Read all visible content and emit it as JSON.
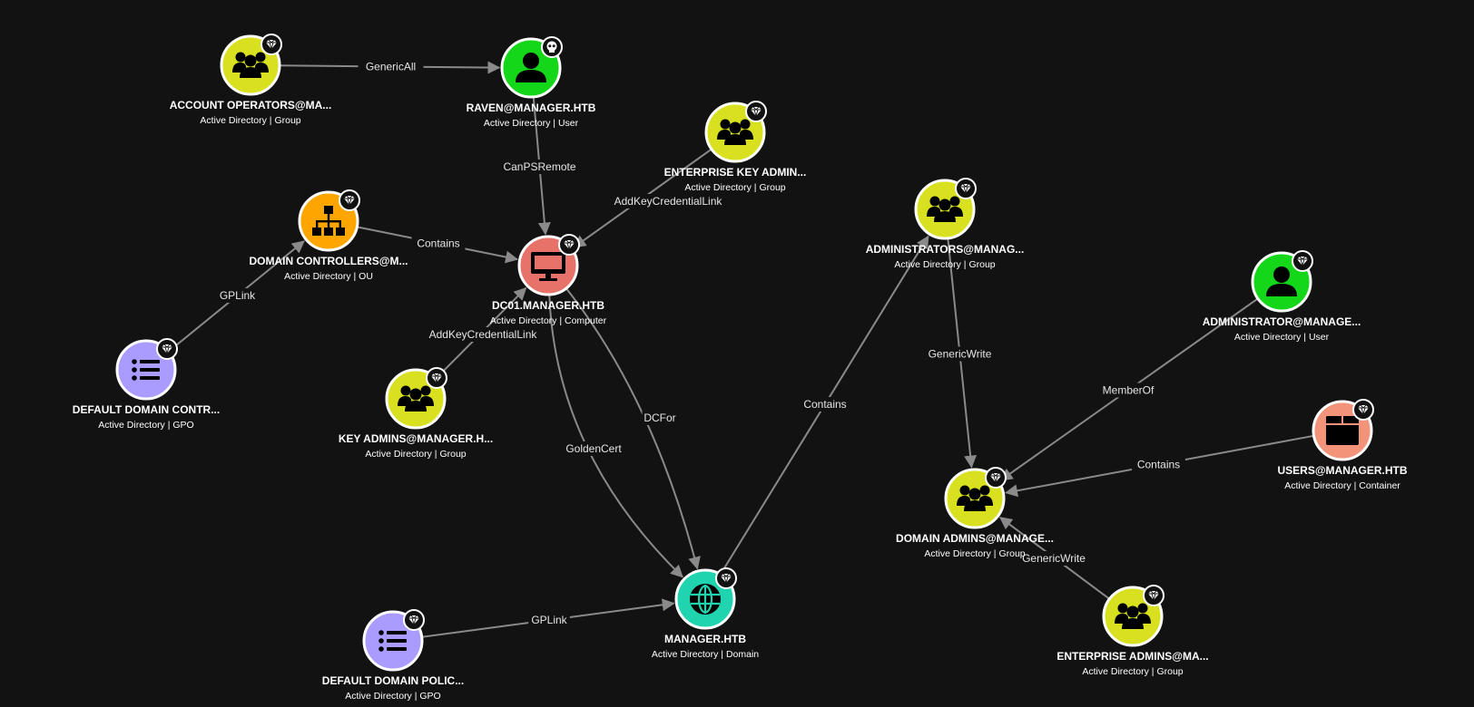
{
  "colors": {
    "group": "#d8e01f",
    "user": "#15d71a",
    "ou": "#ffa500",
    "computer": "#e7726a",
    "gpo": "#a99bff",
    "domain": "#21d4b0",
    "container": "#f3937a"
  },
  "nodes": [
    {
      "id": "account-operators",
      "name": "ACCOUNT OPERATORS@MA...",
      "sub": "Active Directory | Group",
      "type": "group",
      "badge": "diamond"
    },
    {
      "id": "raven",
      "name": "RAVEN@MANAGER.HTB",
      "sub": "Active Directory | User",
      "type": "user",
      "badge": "skull"
    },
    {
      "id": "enterprise-key-admins",
      "name": "ENTERPRISE KEY ADMIN...",
      "sub": "Active Directory | Group",
      "type": "group",
      "badge": "diamond"
    },
    {
      "id": "domain-controllers",
      "name": "DOMAIN CONTROLLERS@M...",
      "sub": "Active Directory | OU",
      "type": "ou",
      "badge": "diamond"
    },
    {
      "id": "dc01",
      "name": "DC01.MANAGER.HTB",
      "sub": "Active Directory | Computer",
      "type": "computer",
      "badge": "diamond"
    },
    {
      "id": "default-domain-controllers-gpo",
      "name": "DEFAULT DOMAIN CONTR...",
      "sub": "Active Directory | GPO",
      "type": "gpo",
      "badge": "diamond"
    },
    {
      "id": "key-admins",
      "name": "KEY ADMINS@MANAGER.H...",
      "sub": "Active Directory | Group",
      "type": "group",
      "badge": "diamond"
    },
    {
      "id": "manager-htb",
      "name": "MANAGER.HTB",
      "sub": "Active Directory | Domain",
      "type": "domain",
      "badge": "diamond"
    },
    {
      "id": "default-domain-policy",
      "name": "DEFAULT DOMAIN POLIC...",
      "sub": "Active Directory | GPO",
      "type": "gpo",
      "badge": "diamond"
    },
    {
      "id": "administrators",
      "name": "ADMINISTRATORS@MANAG...",
      "sub": "Active Directory | Group",
      "type": "group",
      "badge": "diamond"
    },
    {
      "id": "administrator",
      "name": "ADMINISTRATOR@MANAGE...",
      "sub": "Active Directory | User",
      "type": "user",
      "badge": "diamond"
    },
    {
      "id": "users",
      "name": "USERS@MANAGER.HTB",
      "sub": "Active Directory | Container",
      "type": "container",
      "badge": "diamond"
    },
    {
      "id": "domain-admins",
      "name": "DOMAIN ADMINS@MANAGE...",
      "sub": "Active Directory | Group",
      "type": "group",
      "badge": "diamond"
    },
    {
      "id": "enterprise-admins",
      "name": "ENTERPRISE ADMINS@MA...",
      "sub": "Active Directory | Group",
      "type": "group",
      "badge": "diamond"
    }
  ],
  "edges": [
    {
      "from": "account-operators",
      "to": "raven",
      "label": "GenericAll"
    },
    {
      "from": "raven",
      "to": "dc01",
      "label": "CanPSRemote"
    },
    {
      "from": "enterprise-key-admins",
      "to": "dc01",
      "label": "AddKeyCredentialLink"
    },
    {
      "from": "domain-controllers",
      "to": "dc01",
      "label": "Contains"
    },
    {
      "from": "default-domain-controllers-gpo",
      "to": "domain-controllers",
      "label": "GPLink"
    },
    {
      "from": "key-admins",
      "to": "dc01",
      "label": "AddKeyCredentialLink"
    },
    {
      "from": "dc01",
      "to": "manager-htb",
      "label": "GoldenCert"
    },
    {
      "from": "dc01",
      "to": "manager-htb",
      "label": "DCFor"
    },
    {
      "from": "default-domain-policy",
      "to": "manager-htb",
      "label": "GPLink"
    },
    {
      "from": "manager-htb",
      "to": "administrators",
      "label": "Contains"
    },
    {
      "from": "administrators",
      "to": "domain-admins",
      "label": "GenericWrite"
    },
    {
      "from": "administrator",
      "to": "domain-admins",
      "label": "MemberOf"
    },
    {
      "from": "users",
      "to": "domain-admins",
      "label": "Contains"
    },
    {
      "from": "enterprise-admins",
      "to": "domain-admins",
      "label": "GenericWrite"
    }
  ]
}
